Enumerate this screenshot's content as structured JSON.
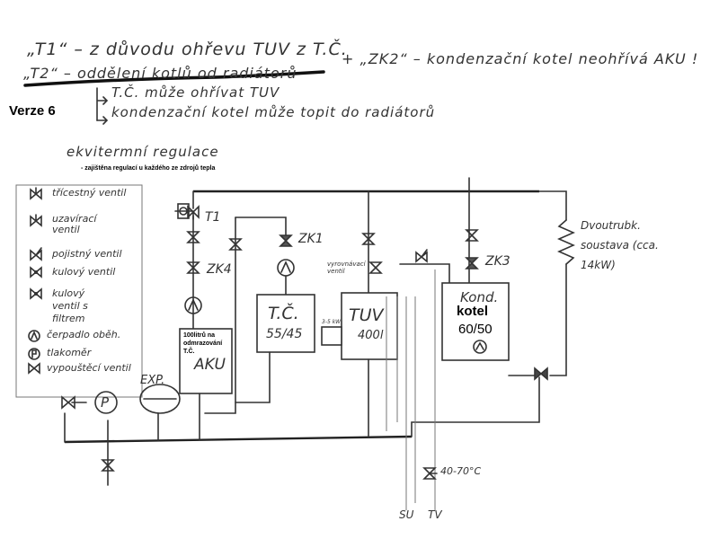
{
  "notes": {
    "line1": "„T1“ – z důvodu ohřevu TUV z T.Č.",
    "line2_struck": "„T2“ – oddělení kotlů od radiátorů",
    "line2_right": "+ „ZK2“ – kondenzační kotel neohřívá AKU !",
    "sub1": "T.Č. může ohřívat TUV",
    "sub2": "kondenzační kotel může topit do radiátorů",
    "version": "Verze 6",
    "regulation_title": "ekvitermní regulace",
    "regulation_note": "- zajištěna regulací u každého ze zdrojů tepla"
  },
  "legend": {
    "items": [
      {
        "icon": "three-way-valve-icon",
        "label": "třícestný ventil"
      },
      {
        "icon": "shutoff-valve-icon",
        "label": "uzavírací ventil"
      },
      {
        "icon": "safety-valve-icon",
        "label": "pojistný ventil"
      },
      {
        "icon": "ball-valve-icon",
        "label": "kulový ventil"
      },
      {
        "icon": "ball-valve-filter-icon",
        "label": "kulový ventil s filtrem"
      },
      {
        "icon": "circulation-pump-icon",
        "label": "čerpadlo oběh."
      },
      {
        "icon": "pressure-gauge-icon",
        "label": "tlakoměr"
      },
      {
        "icon": "drain-valve-icon",
        "label": "vypouštěcí ventil"
      }
    ]
  },
  "components": {
    "t1": "T1",
    "zk1": "ZK1",
    "zk3": "ZK3",
    "zk4": "ZK4",
    "aku_note": "100litrů na odmrazování T.Č.",
    "aku": "AKU",
    "tc_name": "T.Č.",
    "tc_temp": "55/45",
    "tuv_name": "TUV",
    "tuv_size": "400l",
    "kotel_hand": "Kond.",
    "kotel_print": "kotel",
    "kotel_temp": "60/50",
    "radiator_label": "Dvoutrubk. soustava (cca. 14kW)",
    "expansion": "EXP.",
    "gauge": "P",
    "pump_tuv_label": "vyrovnávací ventil",
    "small_box_label": "3-5 kW",
    "mix_temp": "40-70°C",
    "outlet_su": "SU",
    "outlet_tv": "TV"
  }
}
